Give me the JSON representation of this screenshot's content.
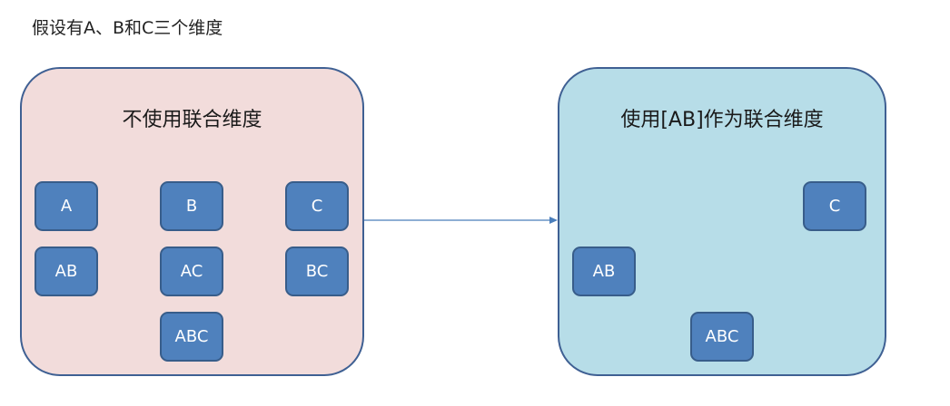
{
  "heading": "假设有A、B和C三个维度",
  "left_panel": {
    "title": "不使用联合维度",
    "boxes": [
      "A",
      "B",
      "C",
      "AB",
      "AC",
      "BC",
      "ABC"
    ]
  },
  "right_panel": {
    "title": "使用[AB]作为联合维度",
    "boxes": [
      "C",
      "AB",
      "ABC"
    ]
  },
  "colors": {
    "left_panel_fill": "#f2dcdb",
    "right_panel_fill": "#b7dde8",
    "panel_border": "#3f6093",
    "box_fill": "#4f81bd",
    "box_border": "#385d8a",
    "arrow": "#4a7ebb"
  }
}
